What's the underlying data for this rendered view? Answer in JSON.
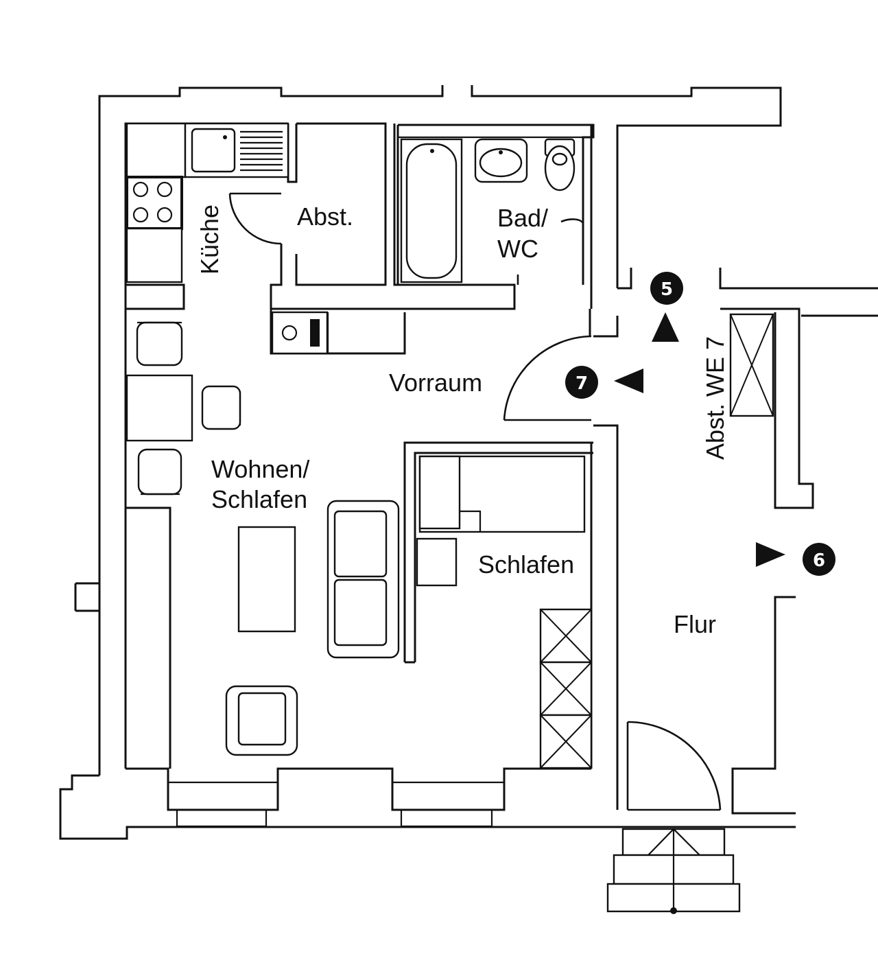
{
  "rooms": {
    "kueche": "Küche",
    "abstellraum": "Abst.",
    "bad_line1": "Bad/",
    "bad_line2": "WC",
    "vorraum": "Vorraum",
    "wohnen_line1": "Wohnen/",
    "wohnen_line2": "Schlafen",
    "schlafen": "Schlafen",
    "flur": "Flur",
    "abst_we": "Abst. WE 7"
  },
  "markers": {
    "m5": "5",
    "m6": "6",
    "m7": "7"
  },
  "colors": {
    "line": "#111111",
    "background": "#ffffff"
  }
}
